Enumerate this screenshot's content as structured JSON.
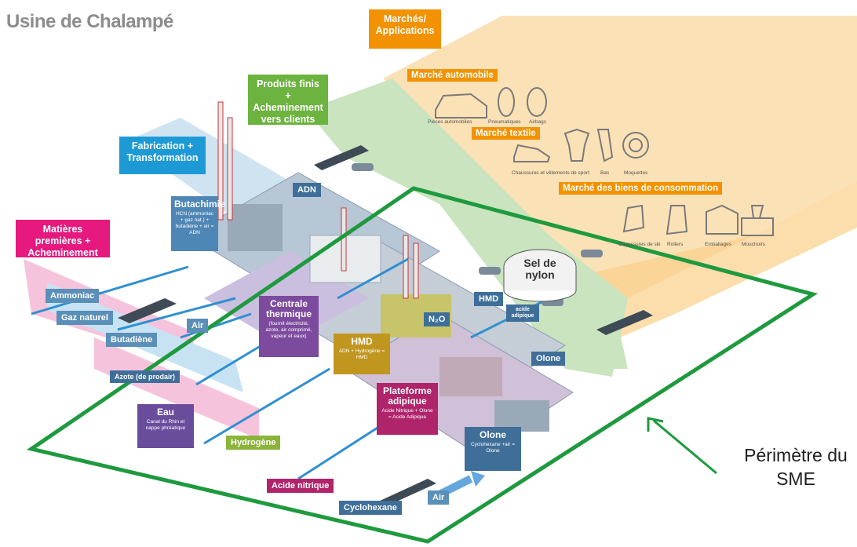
{
  "title": "Usine de Chalampé",
  "categories": {
    "matieres": "Matières premières + Acheminement",
    "fabrication": "Fabrication + Transformation",
    "produits": "Produits finis + Acheminement vers clients",
    "marches": "Marchés/ Applications"
  },
  "markets": {
    "auto": {
      "label": "Marché automobile",
      "items": [
        "Pièces automobiles",
        "Pneumatiques",
        "Airbags"
      ]
    },
    "textile": {
      "label": "Marché textile",
      "items": [
        "Chaussures et vêtements de sport",
        "Bas",
        "Moquettes"
      ]
    },
    "consommation": {
      "label": "Marché des biens de consommation",
      "items": [
        "Chaussures de ski",
        "Rollers",
        "Emballages",
        "Mouchoirs"
      ]
    }
  },
  "inputs": {
    "ammoniac": "Ammoniac",
    "gaz": "Gaz naturel",
    "butadiene": "Butadiène",
    "air": "Air",
    "azote": "Azote (de prodair)",
    "hydrogene": "Hydrogène",
    "acide_nitrique": "Acide nitrique",
    "cyclohexane": "Cyclohexane",
    "air2": "Air"
  },
  "units": {
    "butachimie": {
      "title": "Butachimie",
      "desc": "HCN (ammoniac + gaz nat.) + butadiène + air = ADN"
    },
    "centrale": {
      "title": "Centrale thermique",
      "desc": "(fournit électricité, azote, air comprimé, vapeur et eaux)"
    },
    "hmd": {
      "title": "HMD",
      "desc": "ADN + Hydrogène = HMD"
    },
    "plateforme": {
      "title": "Plateforme adipique",
      "desc": "Acide Nitrique + Olone = Acide Adipique"
    },
    "eau": {
      "title": "Eau",
      "desc": "Canal du Rhin et nappe phréatique"
    },
    "olone": {
      "title": "Olone",
      "desc": "Cyclohexane +air = Olone"
    }
  },
  "tags": {
    "adn": "ADN",
    "hmd": "HMD",
    "n2o": "N₂O",
    "acide_adipique": "acide adipique",
    "olone": "Olone"
  },
  "sel": "Sel de nylon",
  "perimetre": "Périmètre du SME",
  "colors": {
    "matieres": "#e5197e",
    "fabrication": "#1d9ad6",
    "produits": "#6cb33f",
    "marches": "#f39200",
    "perimetre": "#1e9a3e"
  }
}
